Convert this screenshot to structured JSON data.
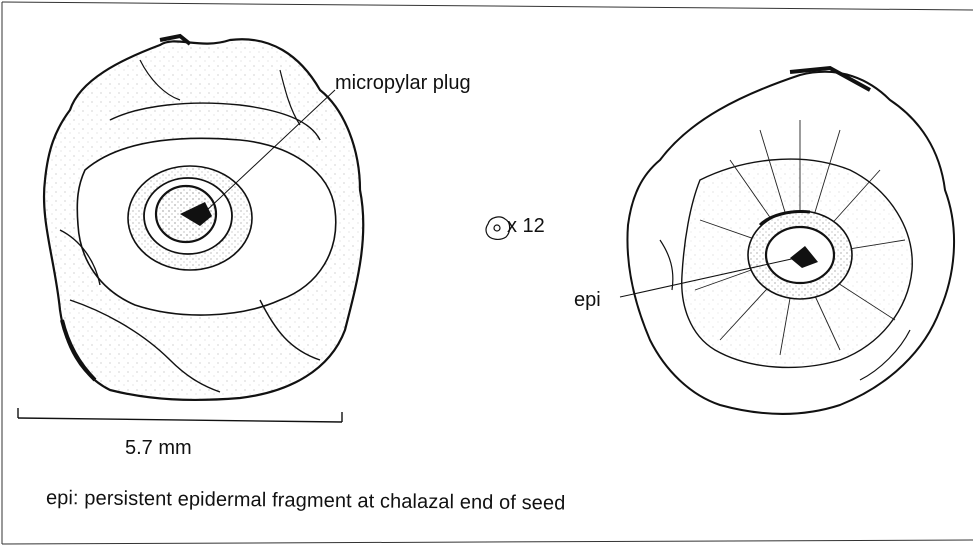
{
  "labels": {
    "micropylar_plug": "micropylar plug",
    "epi": "epi",
    "magnification": "x 12",
    "scale_bar": "5.7 mm",
    "caption": "epi: persistent epidermal fragment at chalazal end of seed"
  },
  "icons": {
    "magnification_symbol": "small-seed-icon"
  }
}
